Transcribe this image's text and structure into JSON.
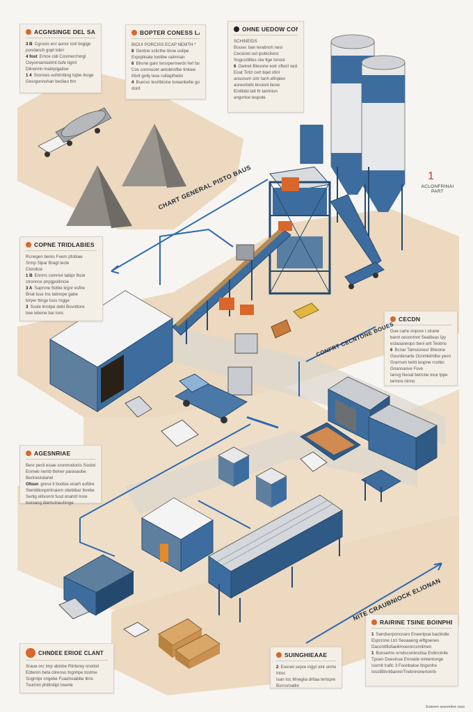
{
  "cards": {
    "c1": {
      "title": "ACGNSINGE DEL SAUGES",
      "lines": [
        [
          "3 B",
          "Cgrovio enr aonor ionl bsgige"
        ],
        [
          "",
          "pondanch gopt tobrr"
        ],
        [
          "4 fost",
          "Ernce cidi Cosmerchingl"
        ],
        [
          "",
          "Ooyornamoetrnt bsfe tigtnt"
        ],
        [
          "",
          "Dilnonrin maitrpigatioe"
        ],
        [
          "1 4",
          "Sronnes echtrnbing tojbe thoge"
        ],
        [
          "",
          "Gesrgonnshan beclieo ltrn"
        ]
      ]
    },
    "c2": {
      "title": "BOPTER CONESS LAIHCE",
      "subtitle": "BIOUI PORCISS ECAP NEMTH *",
      "lines": [
        [
          "8",
          "Gentne sclicthe tinne uolipe"
        ],
        [
          "",
          "Exprplinate tontibe raiimnan"
        ],
        [
          "6",
          "Blrone ganr tersrpermerdn ferl fas"
        ],
        [
          "",
          "Cos comnuoet aetobnnfbe tinkiee"
        ],
        [
          "",
          "Kbrit golly tese ruiliapthebn"
        ],
        [
          "4",
          "Bsecvo tesrtbicine toreanbefie gons"
        ],
        [
          "",
          "dord"
        ]
      ]
    },
    "c3": {
      "title": "OHNE UEDOW CONESDE",
      "subtitle": "SCHINEIDS",
      "lines": [
        [
          "",
          "Bouse: ban leratinoh nesr"
        ],
        [
          "",
          "Cecsionl oot ipsbicitonc"
        ],
        [
          "",
          "Sogusrbltes oiw tlge tonosl"
        ],
        [
          "6",
          "Gwinet Blesone eotr ofteirl ned"
        ],
        [
          "",
          "Eoat Tirtcl cert tiqet ofinl"
        ],
        [
          "",
          "ansonom slrir tanh efinplen"
        ],
        [
          "",
          "aoreorteliti bnsionl ileste"
        ],
        [
          "",
          "Eintilidd tatt fir tatrinton"
        ],
        [
          "",
          "angvrtoe tespole"
        ]
      ]
    },
    "c4": {
      "title": "COPNE TRIDLABIES",
      "lines": [
        [
          "",
          "Rcnegen beres Feem pfobiae"
        ],
        [
          "",
          "Srmp Slpar Bragt tecle"
        ],
        [
          "",
          "Clondcie"
        ],
        [
          "1 B",
          "Ennrrs comnivl tabipr Ibcie"
        ],
        [
          "",
          "ctronnce pnpgpoitincie"
        ],
        [
          "3 A",
          "Saprvne ftotbe iirgnr esfire"
        ],
        [
          "",
          "Bnat tsse Ins tatinope gabe"
        ],
        [
          "",
          "biryer ttingo tuss rogge"
        ],
        [
          "3",
          "Ssole lnrotpe debt Bovnttore"
        ],
        [
          "",
          "bee lebene bar lons"
        ]
      ]
    },
    "c5": {
      "title": "CECDN",
      "lines": [
        [
          "",
          "Gue carte onpore t strane"
        ],
        [
          "",
          "barot ceoonmnt Seaitieas Ipy"
        ],
        [
          "",
          "ectaoaneopo beni ant Teobns"
        ],
        [
          "6",
          "Bcnar Tamsionecr Bheone"
        ],
        [
          "",
          "Gourdenarte Ocnmkdrdbe yeon"
        ],
        [
          "",
          "Grarnsm terttt leopne rcorbn"
        ],
        [
          "",
          "Gnansaove Fove"
        ],
        [
          "",
          "Ianvg Neoat betrctie tnce Ippe"
        ],
        [
          "",
          "tennce ninno"
        ]
      ]
    },
    "c6": {
      "title": "AGESNRIAE",
      "lines": [
        [
          "",
          "Besr pecli eisae sronmodoriis Sosbd"
        ],
        [
          "",
          "Eomeb nemb tfelner parasaobe"
        ],
        [
          "",
          "Berinestolanel"
        ],
        [
          "Ofoun",
          "gnirut it bodioe enarh eofdre fore"
        ],
        [
          "",
          "Stentiitionpintiraiem sttebtbar ibrebe"
        ],
        [
          "",
          "Serlig elitvonnt fusd onahtrl lrore"
        ],
        [
          "",
          "bsiniang diemutneuhinge"
        ]
      ]
    },
    "c7": {
      "title": "CHNDEE ERIOE CLANT",
      "lines": [
        [
          "",
          "Sraue orc Imp abinbe Rtirterey onoiisit"
        ],
        [
          "",
          "Edteron beta clirenso tngnhpe tostme"
        ],
        [
          "",
          "Sogrntpr cngebe Fuadnoiabbe Ibns"
        ],
        [
          "",
          "Tourintn phttinilipt treerte"
        ]
      ]
    },
    "c8": {
      "title": "SUINGHIEAAE",
      "lines": [
        [
          "2",
          "Eoonet sepre ingyt oint onmeen"
        ],
        [
          "",
          "Intoc"
        ],
        [
          "",
          "Isan Ioc Mnegiia dritaa tertopre"
        ],
        [
          "",
          "Bsrnsrnatlnr"
        ]
      ]
    },
    "c9": {
      "title": "RAIRINE TSINE BOINPHEE",
      "lines": [
        [
          "1",
          "Sandserponcnaro Eneertpoa baclindie"
        ],
        [
          "",
          "Espcrcne Ltcl Seoaaeng eiftgoenes"
        ],
        [
          "",
          "Daconttfiofaeilimoerorcsmilmen"
        ],
        [
          "1",
          "Bonsertre orndsconiinctisa Erdincinite"
        ],
        [
          "",
          "Tpoen Doevinse Ennslde nintentonge"
        ],
        [
          "",
          "Isornit Iraflc 3 Foonbaloe Ilngonfre"
        ],
        [
          "",
          "IosstBtnntbanrerTnebnnonertonrb"
        ]
      ]
    }
  },
  "labels": {
    "chart_general": "CHART GENERAL PISTO BAUS",
    "conveyor": "CONFRT CECNTONE BOUES",
    "nite": "NITE CRAUBNIOCK ELIONAN",
    "side_num": "1",
    "side_text": "ACLONFRINAI\nPART",
    "footer": "Esteem aneveitve rsas"
  },
  "colors": {
    "steel_blue": "#3d6d9e",
    "dark_blue": "#24496f",
    "sand": "#ecd9bf",
    "accent_orange": "#d9662a",
    "arrow_blue": "#2a68b0"
  }
}
